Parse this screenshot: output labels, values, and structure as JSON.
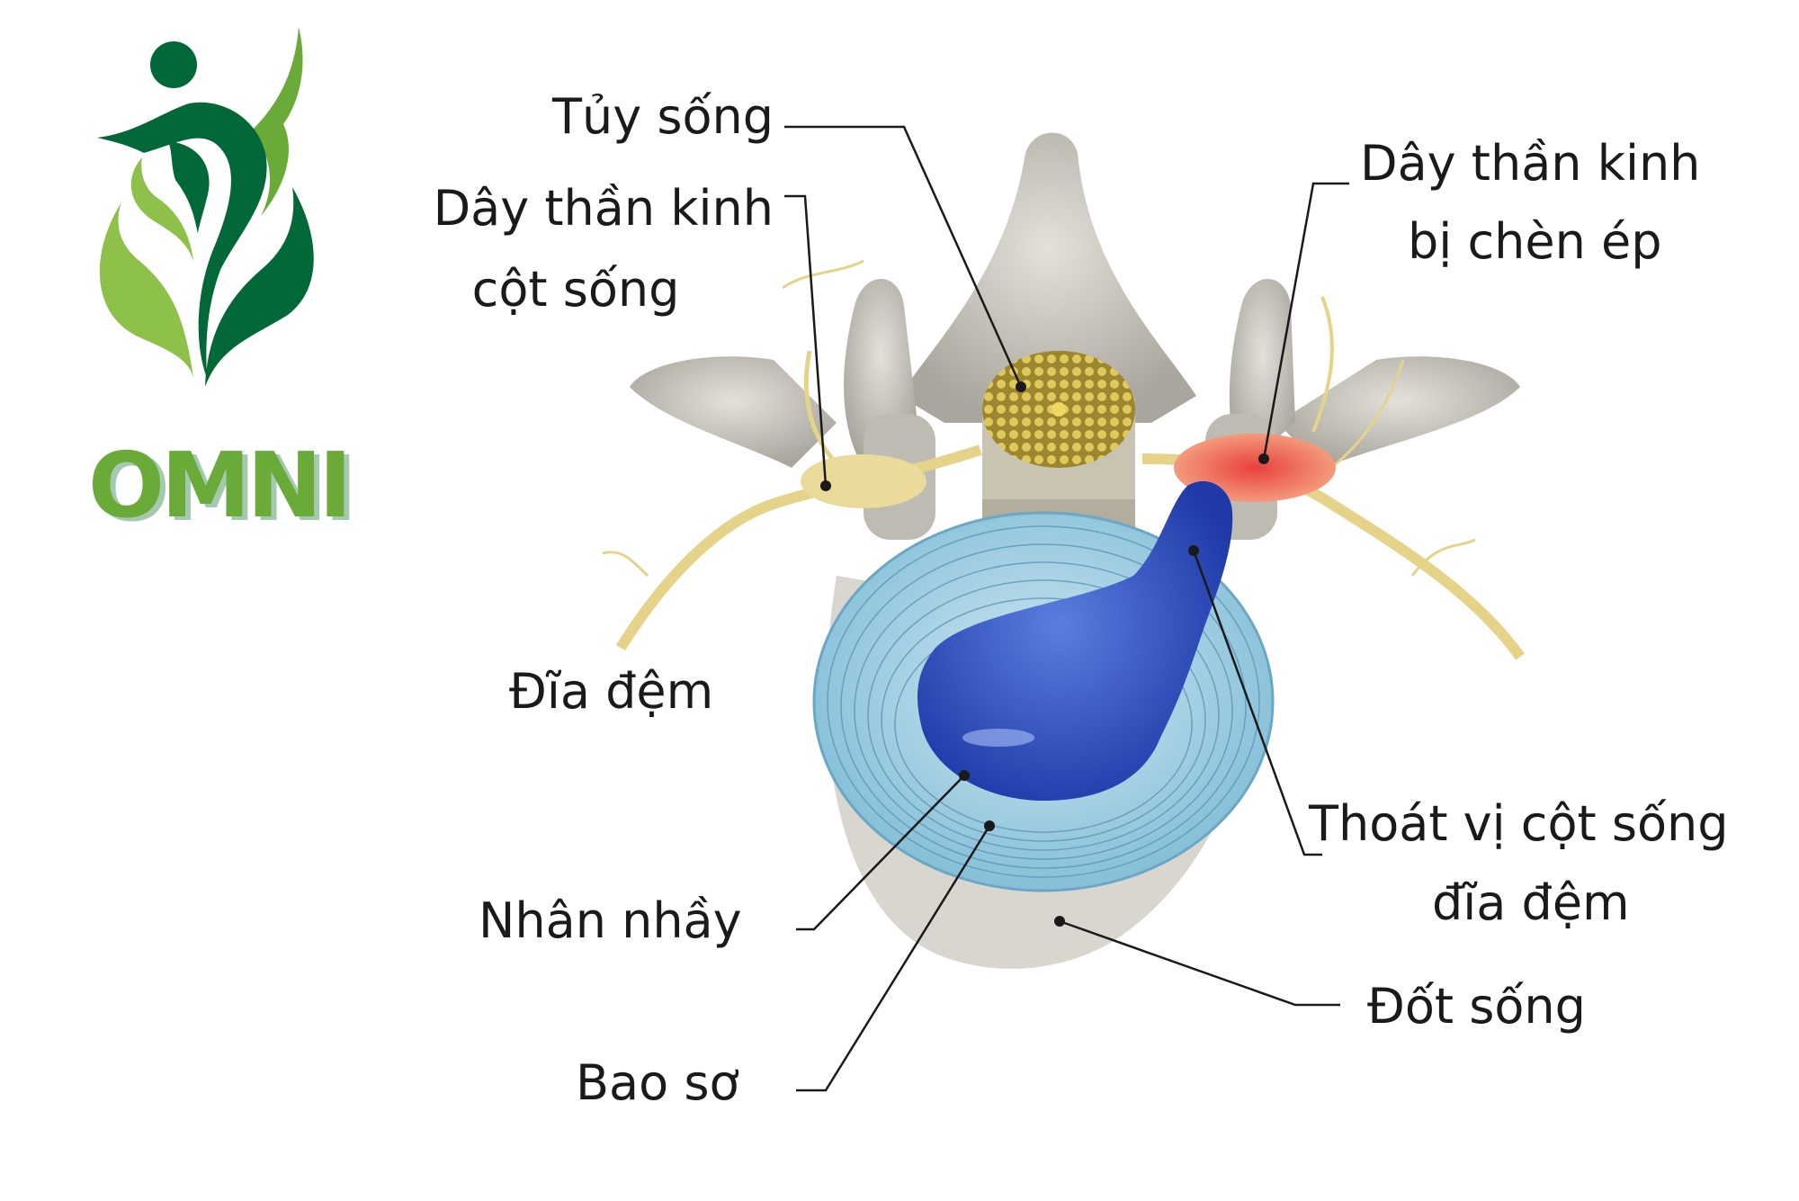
{
  "logo": {
    "brand": "OMNI",
    "colors": {
      "dark_green": "#036838",
      "light_green": "#6aaa38",
      "shadow": "#a5c8b0"
    }
  },
  "diagram": {
    "title": "Thoát vị đĩa đệm cột sống – giải phẫu",
    "labels": {
      "tuy_song": "Tủy sống",
      "day_than_kinh_cot_song_1": "Dây thần kinh",
      "day_than_kinh_cot_song_2": "cột sống",
      "day_than_kinh_bi_chen_ep_1": "Dây thần kinh",
      "day_than_kinh_bi_chen_ep_2": "bị chèn ép",
      "dia_dem": "Đĩa đệm",
      "thoat_vi_1": "Thoát vị cột sống",
      "thoat_vi_2": "đĩa đệm",
      "nhan_nhay": "Nhân nhầy",
      "dot_song": "Đốt sống",
      "bao_so": "Bao sơ"
    },
    "colors": {
      "bone": "#c9c6bd",
      "nerve": "#e6d38a",
      "annulus": "#9fd0e6",
      "nucleus": "#2f4fc0",
      "compressed_nerve": "#e8413c",
      "leader_line": "#1a1a1a"
    }
  }
}
